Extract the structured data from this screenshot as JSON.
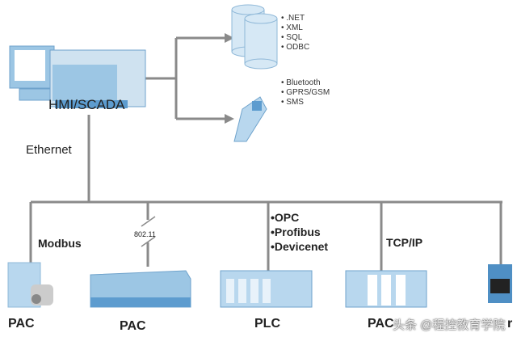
{
  "hmi": {
    "label": "HMI/SCADA"
  },
  "database": {
    "items": [
      "• .NET",
      "• XML",
      "• SQL",
      "• ODBC"
    ]
  },
  "mobile": {
    "items": [
      "• Bluetooth",
      "• GPRS/GSM",
      "• SMS"
    ]
  },
  "network": {
    "label": "Ethernet"
  },
  "links": {
    "modbus": "Modbus",
    "wireless": "802.11",
    "fieldbus": [
      "•OPC",
      "•Profibus",
      "•Devicenet"
    ],
    "tcpip": "TCP/IP"
  },
  "devices": [
    "PAC",
    "PAC",
    "PLC",
    "PAC",
    "r"
  ],
  "watermark": "头条 @程控教育学院",
  "colors": {
    "line": "#8a8a8a",
    "device": "#9cc6e4",
    "device_dark": "#4f8fc4"
  }
}
